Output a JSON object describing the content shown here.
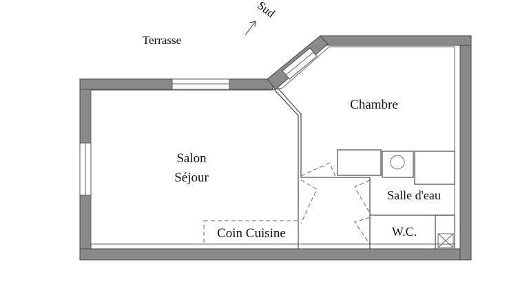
{
  "plan": {
    "orientation": "Sud",
    "outside": "Terrasse",
    "rooms": {
      "salon_line1": "Salon",
      "salon_line2": "Séjour",
      "chambre": "Chambre",
      "salle_eau": "Salle d'eau",
      "wc": "W.C.",
      "cuisine": "Coin Cuisine"
    }
  }
}
